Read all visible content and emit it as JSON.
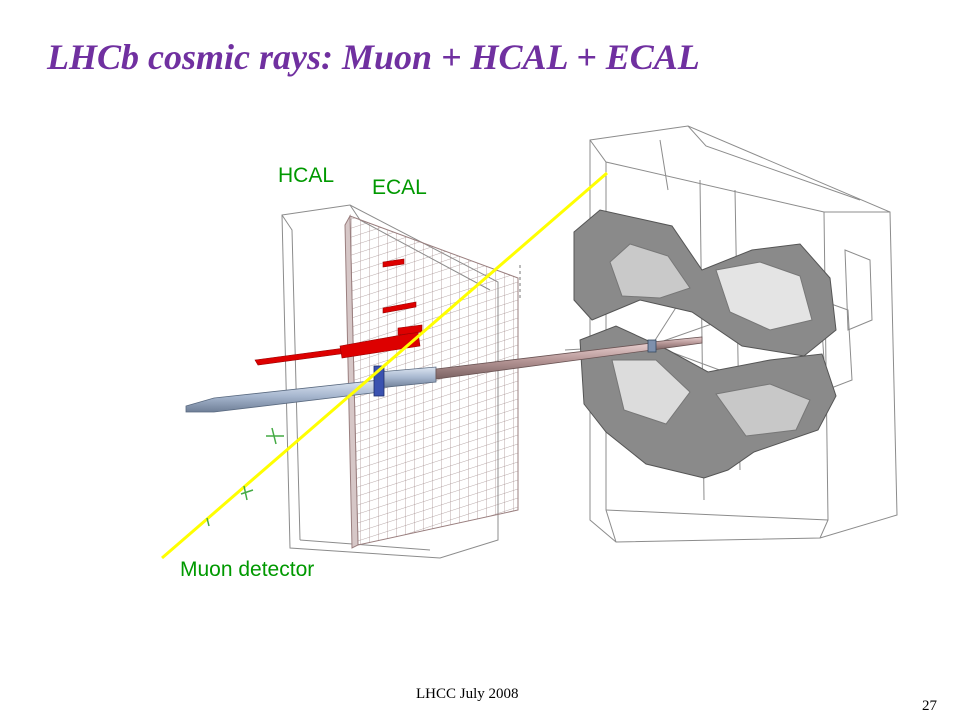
{
  "slide": {
    "title": "LHCb cosmic rays: Muon + HCAL + ECAL",
    "footer": "LHCC July 2008",
    "page_number": "27"
  },
  "diagram": {
    "labels": {
      "hcal": "HCAL",
      "ecal": "ECAL",
      "muon": "Muon detector"
    },
    "colors": {
      "title": "#7030a0",
      "label": "#009900",
      "track": "#ffff00",
      "hits": "#dd0000",
      "magnet": "#8a8a8a",
      "beampipe": "#9fb0c8"
    }
  }
}
